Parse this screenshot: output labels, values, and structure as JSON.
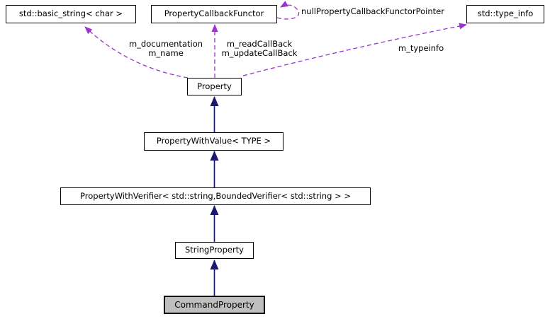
{
  "diagram": {
    "nodes": {
      "basic_string": {
        "label": "std::basic_string< char >"
      },
      "callback_functor": {
        "label": "PropertyCallbackFunctor"
      },
      "type_info": {
        "label": "std::type_info"
      },
      "property": {
        "label": "Property"
      },
      "property_with_value": {
        "label": "PropertyWithValue< TYPE >"
      },
      "property_with_verifier": {
        "label": "PropertyWithVerifier< std::string,BoundedVerifier< std::string > >"
      },
      "string_property": {
        "label": "StringProperty"
      },
      "command_property": {
        "label": "CommandProperty"
      }
    },
    "edge_labels": {
      "documentation": "m_documentation\nm_name",
      "callbacks": "m_readCallBack\nm_updateCallBack",
      "typeinfo": "m_typeinfo",
      "null_pointer": "nullPropertyCallbackFunctorPointer"
    },
    "colors": {
      "inheritance": "#191970",
      "usage": "#9a32cd",
      "node_border": "#000000",
      "node_fill": "#ffffff",
      "highlight_fill": "#bfbfbf",
      "text": "#000000"
    }
  }
}
